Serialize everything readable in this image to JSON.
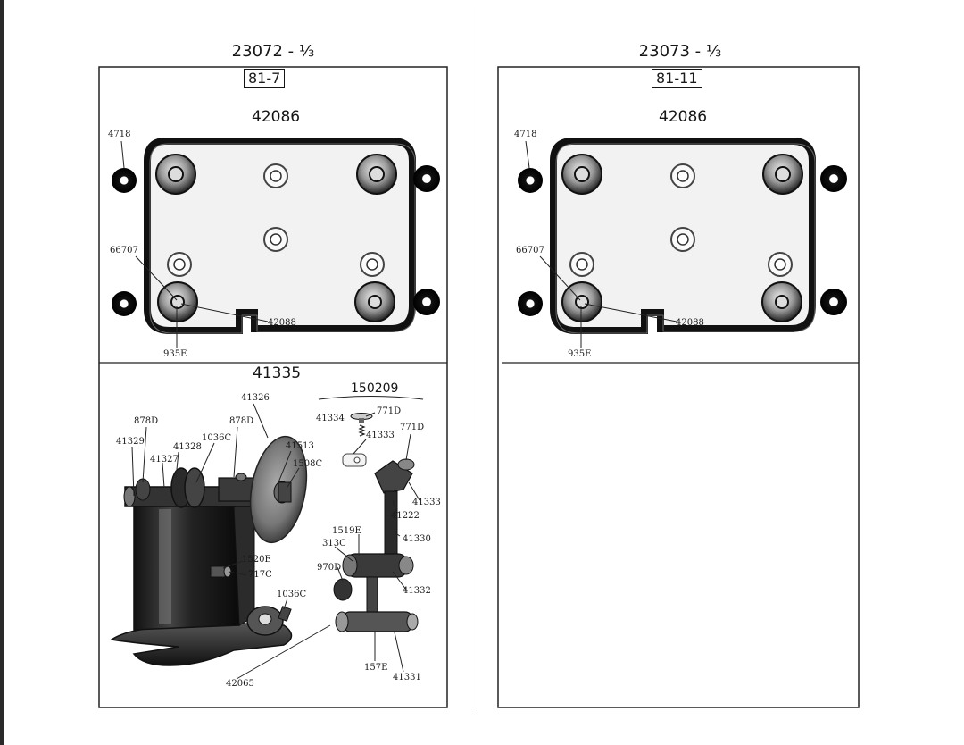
{
  "left_sheet": {
    "code": "23072 - ⅓",
    "subcode": "81-7",
    "gasket_part": "42086",
    "labels": {
      "nut": "4718",
      "screw": "66707",
      "bolt": "42088",
      "washer": "935E"
    },
    "assembly": {
      "part": "41335",
      "labels": {
        "l41326": "41326",
        "l878d_a": "878D",
        "l878d_b": "878D",
        "l41329": "41329",
        "l41328": "41328",
        "l1036c_a": "1036C",
        "l41327": "41327",
        "l41513": "41513",
        "l1508c": "1508C",
        "l1520e": "1520E",
        "l717c": "717C",
        "l1036c_b": "1036C",
        "l42065": "42065"
      },
      "group_part": "150209",
      "group_labels": {
        "l41334": "41334",
        "l771d_a": "771D",
        "l771d_b": "771D",
        "l41333_a": "41333",
        "l41333_b": "41333",
        "l41222": "41222",
        "l1519e": "1519E",
        "l313c": "313C",
        "l41330": "41330",
        "l970d": "970D",
        "l41332": "41332",
        "l157e": "157E",
        "l41331": "41331"
      }
    }
  },
  "right_sheet": {
    "code": "23073 - ⅓",
    "subcode": "81-11",
    "gasket_part": "42086",
    "labels": {
      "nut": "4718",
      "screw": "66707",
      "bolt": "42088",
      "washer": "935E"
    }
  }
}
